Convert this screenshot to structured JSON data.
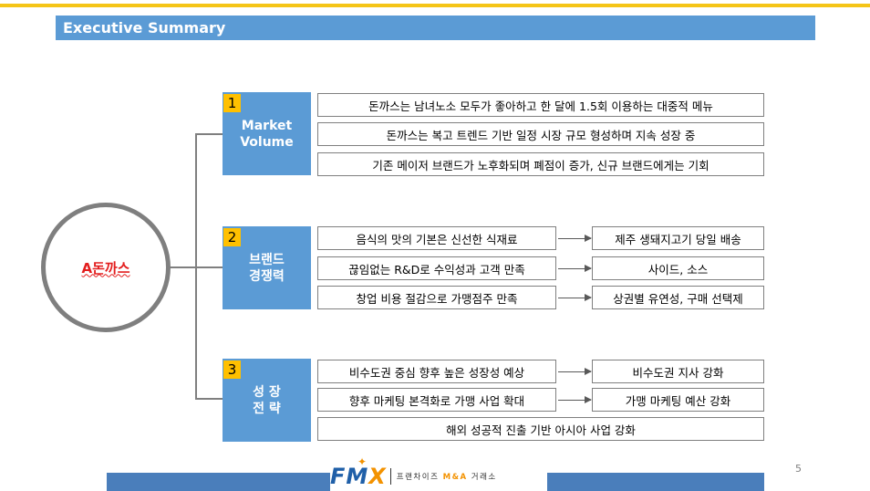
{
  "header": {
    "title": "Executive Summary"
  },
  "center": {
    "label": "A돈까스"
  },
  "sections": [
    {
      "number": "1",
      "label": "Market\nVolume",
      "items": [
        {
          "text": "돈까스는 남녀노소 모두가 좋아하고 한 달에 1.5회 이용하는 대중적 메뉴",
          "result": ""
        },
        {
          "text": "돈까스는 복고 트렌드 기반 일정 시장 규모 형성하며 지속 성장 중",
          "result": ""
        },
        {
          "text": "기존 메이저 브랜드가 노후화되며 폐점이 증가, 신규 브랜드에게는 기회",
          "result": ""
        }
      ]
    },
    {
      "number": "2",
      "label": "브랜드\n경쟁력",
      "items": [
        {
          "text": "음식의 맛의 기본은 신선한 식재료",
          "result": "제주 생돼지고기 당일 배송"
        },
        {
          "text": "끊임없는 R&D로 수익성과 고객 만족",
          "result": "사이드, 소스"
        },
        {
          "text": "창업 비용 절감으로 가맹점주 만족",
          "result": "상권별 유연성, 구매 선택제"
        }
      ]
    },
    {
      "number": "3",
      "label": "성  장\n전  략",
      "items": [
        {
          "text": "비수도권 중심 향후 높은 성장성 예상",
          "result": "비수도권 지사 강화"
        },
        {
          "text": "향후 마케팅 본격화로 가맹 사업 확대",
          "result": "가맹 마케팅 예산 강화"
        },
        {
          "text": "해외 성공적 진출 기반 아시아 사업 강화",
          "result": ""
        }
      ]
    }
  ],
  "footer": {
    "logo_main": "FM",
    "logo_accent": "X",
    "tagline_pre": "프랜차이즈 ",
    "tagline_accent": "M&A",
    "tagline_post": " 거래소",
    "page_number": "5"
  },
  "colors": {
    "accent_blue": "#5b9bd5",
    "number_badge": "#ffc000",
    "top_line": "#f5c518",
    "footer_bar": "#4a7ebb",
    "center_text": "#e31e1e"
  }
}
